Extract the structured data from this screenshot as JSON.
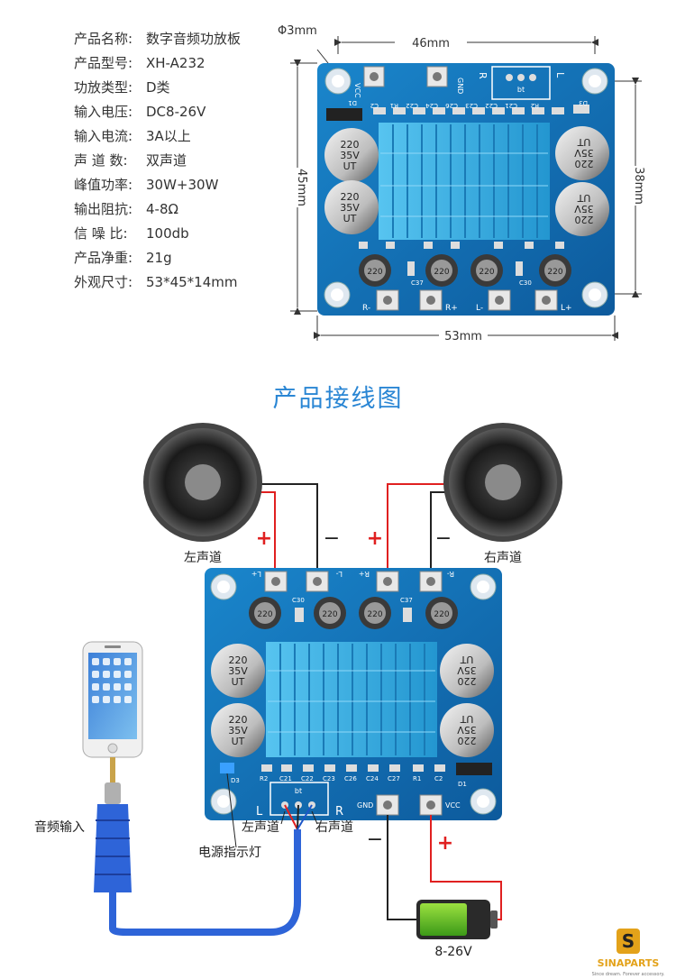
{
  "specs": [
    {
      "label": "产品名称:",
      "value": "数字音频功放板"
    },
    {
      "label": "产品型号:",
      "value": "XH-A232"
    },
    {
      "label": "功放类型:",
      "value": "D类"
    },
    {
      "label": "输入电压:",
      "value": "DC8-26V"
    },
    {
      "label": "输入电流:",
      "value": "3A以上"
    },
    {
      "label": "声 道 数:",
      "value": "双声道"
    },
    {
      "label": "峰值功率:",
      "value": "30W+30W"
    },
    {
      "label": "输出阻抗:",
      "value": "4-8Ω"
    },
    {
      "label": "信 噪 比:",
      "value": "100db"
    },
    {
      "label": "产品净重:",
      "value": "21g"
    },
    {
      "label": "外观尺寸:",
      "value": "53*45*14mm"
    }
  ],
  "dimensions": {
    "hole": "Φ3mm",
    "hole_spacing": "46mm",
    "height": "45mm",
    "inner_height": "38mm",
    "width": "53mm"
  },
  "board_top": {
    "top_labels": {
      "vcc": "VCC",
      "gnd": "GND",
      "r": "R",
      "l": "L",
      "bt": "bt"
    },
    "bottom_labels": [
      "R-",
      "R+",
      "L-",
      "L+"
    ],
    "cap_big": [
      "220",
      "35V",
      "UT"
    ],
    "cap_small": "220",
    "components": [
      "C2",
      "R1",
      "C22",
      "C24",
      "C26",
      "C23",
      "C22",
      "C21",
      "R2",
      "D1",
      "D3",
      "C37",
      "C30"
    ]
  },
  "wiring_title": "产品接线图",
  "wiring": {
    "left_speaker": "左声道",
    "right_speaker": "右声道",
    "plus": "+",
    "minus": "−",
    "board_labels": {
      "lplus": "L+",
      "lminus": "L-",
      "rplus": "R+",
      "rminus": "R-",
      "gnd": "GND",
      "vcc": "VCC",
      "d1": "D1",
      "d3": "D3",
      "l": "L",
      "r": "R",
      "bt": "bt",
      "c30": "C30",
      "c37": "C37"
    },
    "comp_labels": [
      "R2",
      "C21",
      "C22",
      "C23",
      "C26",
      "C24",
      "C27",
      "R1",
      "C2"
    ],
    "audio_input": "音频输入",
    "left_channel": "左声道",
    "right_channel": "右声道",
    "power_led": "电源指示灯",
    "voltage": "8-26V",
    "cap_big": [
      "220",
      "35V",
      "UT"
    ],
    "cap_small": "220"
  },
  "brand": {
    "name": "SINAPARTS",
    "tagline": "Since dream. Forever accessory.",
    "logo_letter": "S"
  },
  "colors": {
    "board": "#1474b8",
    "board_dark": "#0c4f8a",
    "heatsink": "#36aee6",
    "accent_title": "#2a86d4",
    "red_wire": "#e02020",
    "blue_wire": "#1c56c8",
    "brand": "#e3a21a"
  }
}
